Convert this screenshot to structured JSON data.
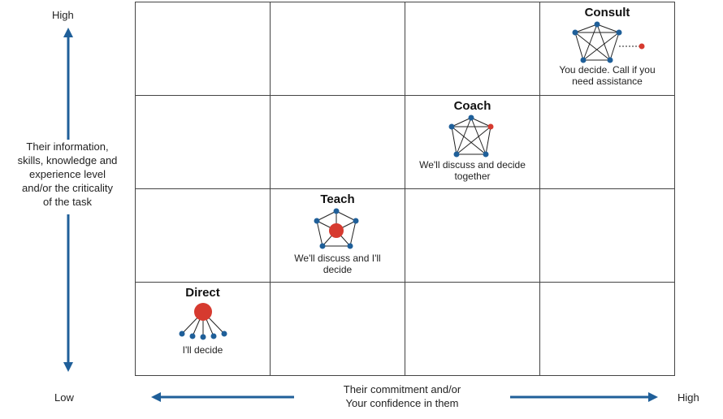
{
  "y_axis": {
    "high_label": "High",
    "low_label": "Low",
    "title_lines": [
      "Their information,",
      "skills, knowledge and",
      "experience level",
      "and/or the criticality",
      "of the task"
    ]
  },
  "x_axis": {
    "low_label": "Low",
    "high_label": "High",
    "title_lines": [
      "Their commitment and/or",
      "Your confidence in them"
    ]
  },
  "styles": {
    "consult": {
      "title": "Consult",
      "caption_lines": [
        "You decide. Call if you",
        "need assistance"
      ]
    },
    "coach": {
      "title": "Coach",
      "caption_lines": [
        "We'll discuss and decide",
        "together"
      ]
    },
    "teach": {
      "title": "Teach",
      "caption_lines": [
        "We'll discuss and I'll",
        "decide"
      ]
    },
    "direct": {
      "title": "Direct",
      "caption_lines": [
        "I'll decide"
      ]
    }
  },
  "colors": {
    "node_blue": "#1f5f99",
    "node_red": "#d63a2f",
    "grid_line": "#444444",
    "arrow_blue": "#1f5f99"
  },
  "icons": {
    "consult": "network-with-detached-red-node-icon",
    "coach": "network-with-red-member-node-icon",
    "teach": "network-with-central-red-hub-icon",
    "direct": "red-hub-with-five-subordinates-icon"
  }
}
